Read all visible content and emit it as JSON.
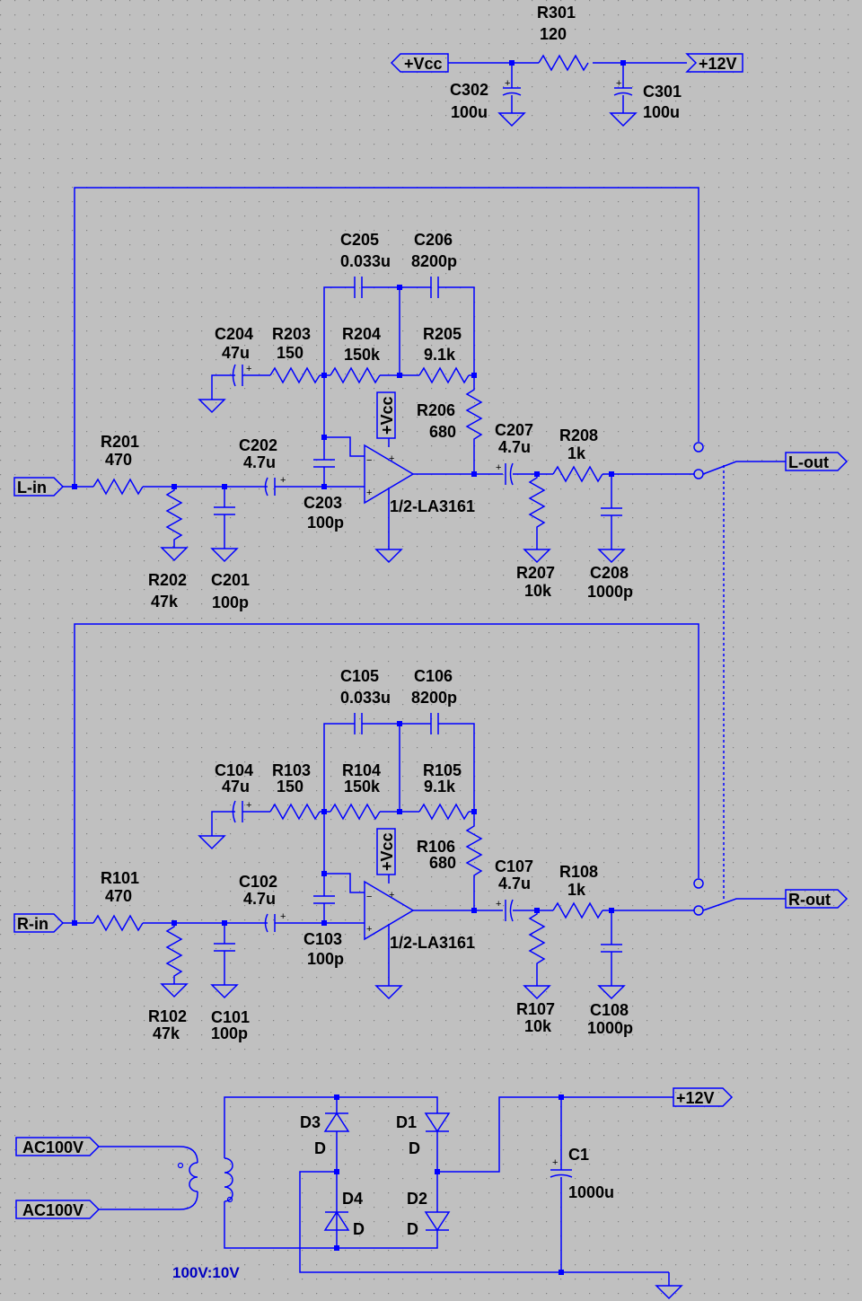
{
  "colors": {
    "background": "#c0c0c0",
    "wire": "#0000ff",
    "text": "#000000",
    "grid": "#808080"
  },
  "power": {
    "r301": {
      "ref": "R301",
      "value": "120"
    },
    "c302": {
      "ref": "C302",
      "value": "100u"
    },
    "c301": {
      "ref": "C301",
      "value": "100u"
    },
    "vcc_flag": "+Vcc",
    "v12_flag": "+12V"
  },
  "left": {
    "input_label": "L-in",
    "output_label": "L-out",
    "r201": {
      "ref": "R201",
      "value": "470"
    },
    "r202": {
      "ref": "R202",
      "value": "47k"
    },
    "c201": {
      "ref": "C201",
      "value": "100p"
    },
    "c202": {
      "ref": "C202",
      "value": "4.7u"
    },
    "c203": {
      "ref": "C203",
      "value": "100p"
    },
    "c204": {
      "ref": "C204",
      "value": "47u"
    },
    "r203": {
      "ref": "R203",
      "value": "150"
    },
    "r204": {
      "ref": "R204",
      "value": "150k"
    },
    "r205": {
      "ref": "R205",
      "value": "9.1k"
    },
    "c205": {
      "ref": "C205",
      "value": "0.033u"
    },
    "c206": {
      "ref": "C206",
      "value": "8200p"
    },
    "r206": {
      "ref": "R206",
      "value": "680"
    },
    "c207": {
      "ref": "C207",
      "value": "4.7u"
    },
    "r207": {
      "ref": "R207",
      "value": "10k"
    },
    "r208": {
      "ref": "R208",
      "value": "1k"
    },
    "c208": {
      "ref": "C208",
      "value": "1000p"
    },
    "opamp": "1/2-LA3161",
    "vcc": "+Vcc"
  },
  "right": {
    "input_label": "R-in",
    "output_label": "R-out",
    "r101": {
      "ref": "R101",
      "value": "470"
    },
    "r102": {
      "ref": "R102",
      "value": "47k"
    },
    "c101": {
      "ref": "C101",
      "value": "100p"
    },
    "c102": {
      "ref": "C102",
      "value": "4.7u"
    },
    "c103": {
      "ref": "C103",
      "value": "100p"
    },
    "c104": {
      "ref": "C104",
      "value": "47u"
    },
    "r103": {
      "ref": "R103",
      "value": "150"
    },
    "r104": {
      "ref": "R104",
      "value": "150k"
    },
    "r105": {
      "ref": "R105",
      "value": "9.1k"
    },
    "c105": {
      "ref": "C105",
      "value": "0.033u"
    },
    "c106": {
      "ref": "C106",
      "value": "8200p"
    },
    "r106": {
      "ref": "R106",
      "value": "680"
    },
    "c107": {
      "ref": "C107",
      "value": "4.7u"
    },
    "r107": {
      "ref": "R107",
      "value": "10k"
    },
    "r108": {
      "ref": "R108",
      "value": "1k"
    },
    "c108": {
      "ref": "C108",
      "value": "1000p"
    },
    "opamp": "1/2-LA3161",
    "vcc": "+Vcc"
  },
  "supply": {
    "ac1": "AC100V",
    "ac2": "AC100V",
    "transformer_ratio": "100V:10V",
    "d1": {
      "ref": "D1",
      "value": "D"
    },
    "d2": {
      "ref": "D2",
      "value": "D"
    },
    "d3": {
      "ref": "D3",
      "value": "D"
    },
    "d4": {
      "ref": "D4",
      "value": "D"
    },
    "c1": {
      "ref": "C1",
      "value": "1000u"
    },
    "v12_flag": "+12V"
  }
}
